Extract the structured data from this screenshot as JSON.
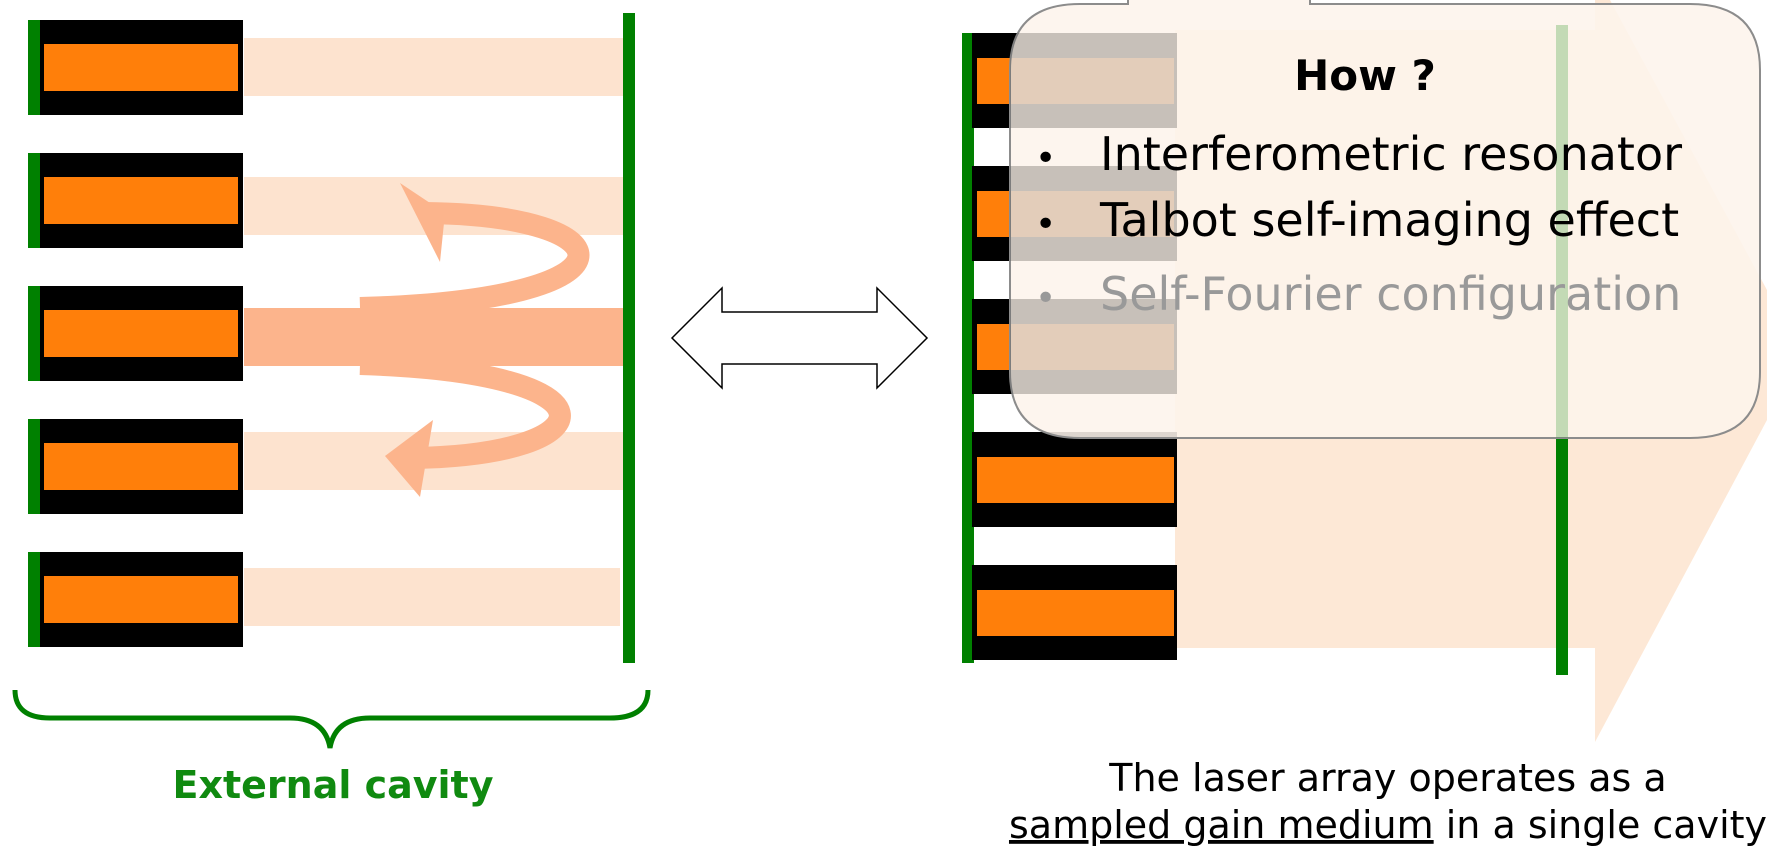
{
  "left_label": "External cavity",
  "callout": {
    "title": "How ?",
    "bullets": [
      {
        "text": "Interferometric resonator",
        "dimmed": false
      },
      {
        "text": "Talbot self-imaging effect",
        "dimmed": false
      },
      {
        "text": "Self-Fourier configuration",
        "dimmed": true
      }
    ]
  },
  "caption": {
    "line1": "The laser array operates as a",
    "line2_underlined": "sampled gain medium",
    "line2_rest": " in a single cavity"
  },
  "colors": {
    "mirror_green": "#008000",
    "label_green": "#108a10",
    "gain_orange": "#ff7f0a",
    "emitter_black": "#000000",
    "beam_light": "#fde3cf",
    "beam_strong": "#fcb48c",
    "bubble_fill": "#fdf4ec",
    "dim_text": "#999999"
  },
  "icons": {
    "compare": "double-headed-arrow-icon",
    "feedback": "curved-arrow-icon"
  }
}
